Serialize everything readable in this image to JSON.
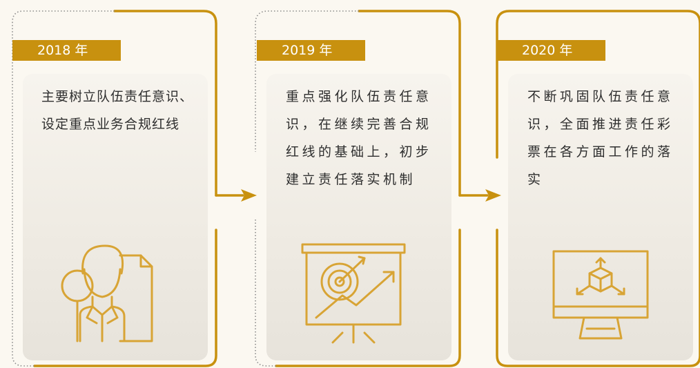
{
  "steps": [
    {
      "year": "2018 年",
      "text": "主要树立队伍责任意识、设定重点业务合规红线",
      "icon": "person-with-magnifier-icon"
    },
    {
      "year": "2019 年",
      "text": "重点强化队伍责任意识，在继续完善合规红线的基础上，初步建立责任落实机制",
      "icon": "presentation-target-icon"
    },
    {
      "year": "2020 年",
      "text": "不断巩固队伍责任意识，全面推进责任彩票在各方面工作的落实",
      "icon": "monitor-cube-icon"
    }
  ],
  "colors": {
    "accent": "#c8910f",
    "text": "#2e2e2e",
    "background": "#fbf8f1",
    "card": "#f1ede6"
  }
}
